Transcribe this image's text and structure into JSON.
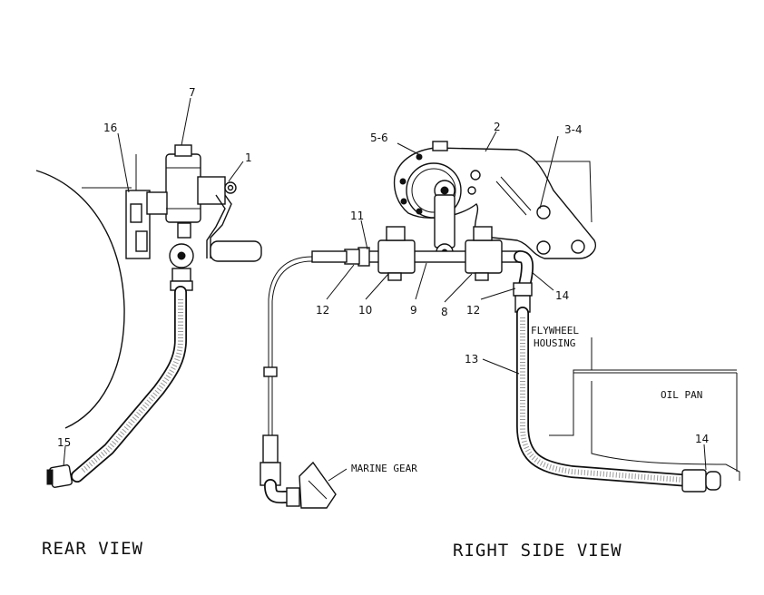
{
  "views": {
    "rear": {
      "title": "REAR VIEW"
    },
    "right_side": {
      "title": "RIGHT SIDE VIEW"
    }
  },
  "labels": {
    "flywheel_housing_line1": "FLYWHEEL",
    "flywheel_housing_line2": "HOUSING",
    "oil_pan": "OIL PAN",
    "marine_gear": "MARINE GEAR"
  },
  "callouts": {
    "rear_1": "1",
    "rear_7": "7",
    "rear_15": "15",
    "rear_16": "16",
    "side_2": "2",
    "side_3_4": "3-4",
    "side_5_6": "5-6",
    "side_8": "8",
    "side_9": "9",
    "side_10": "10",
    "side_11": "11",
    "side_12_left": "12",
    "side_12_right": "12",
    "side_13": "13",
    "side_14_upper": "14",
    "side_14_lower": "14"
  }
}
